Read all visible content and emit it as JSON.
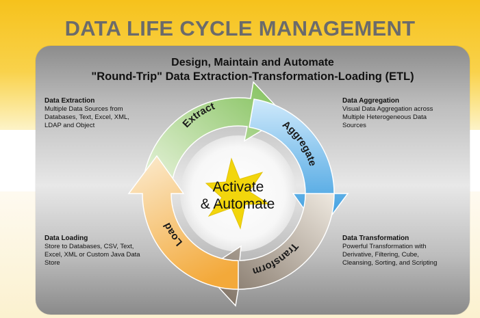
{
  "title": "DATA LIFE CYCLE MANAGEMENT",
  "subtitle": {
    "line1": "Design, Maintain and Automate",
    "line2": "\"Round-Trip\" Data Extraction-Transformation-Loading (ETL)"
  },
  "center": {
    "line1": "Activate",
    "line2": "& Automate"
  },
  "stages": {
    "extract": "Extract",
    "aggregate": "Aggregate",
    "transform": "Transform",
    "load": "Load"
  },
  "notes": {
    "extract": {
      "title": "Data Extraction",
      "body": "Multiple Data Sources from\nDatabases, Text, Excel, XML,\nLDAP and Object"
    },
    "aggregate": {
      "title": "Data Aggregation",
      "body": "Visual Data Aggregation across\nMultiple Heterogeneous Data\nSources"
    },
    "load": {
      "title": "Data Loading",
      "body": "Store to Databases, CSV, Text,\nExcel, XML or Custom Java Data\nStore"
    },
    "transform": {
      "title": "Data Transformation",
      "body": "Powerful Transformation with\nDerivative, Filtering, Cube,\nCleansing, Sorting, and Scripting"
    }
  },
  "colors": {
    "band": "#f6c21c",
    "extract": "#8fc66a",
    "aggregate": "#3a9fe0",
    "transform": "#7d6e5b",
    "load": "#f5b454",
    "star": "#f2d400"
  }
}
